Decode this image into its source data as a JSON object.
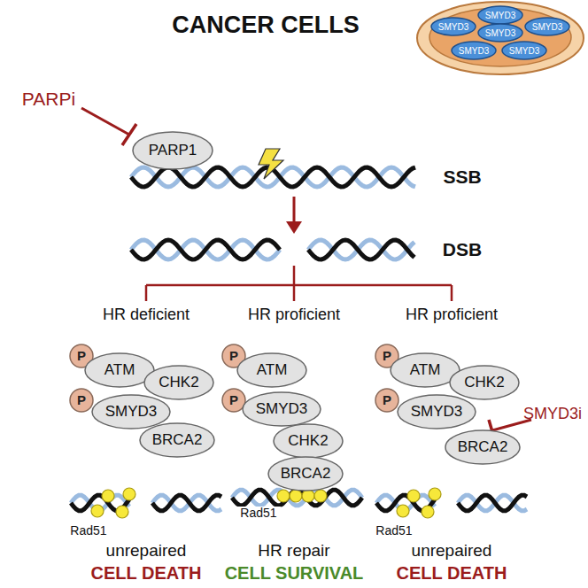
{
  "diagram": {
    "title": "CANCER CELLS",
    "nodes": [
      {
        "text": [
          "SMYD3"
        ]
      },
      {
        "text": [
          "SMYD3"
        ]
      },
      {
        "text": [
          "SMYD3"
        ]
      },
      {
        "text": [
          "SMYD3"
        ]
      },
      {
        "text": [
          "SMYD3"
        ]
      },
      {
        "text": [
          "SMYD3"
        ]
      },
      {
        "text": [
          "PARP1"
        ]
      },
      {
        "text": [
          "P"
        ]
      },
      {
        "text": [
          "ATM"
        ]
      },
      {
        "text": [
          "CHK2"
        ]
      },
      {
        "text": [
          "P"
        ]
      },
      {
        "text": [
          "SMYD3"
        ]
      },
      {
        "text": [
          "BRCA2"
        ]
      },
      {
        "text": [
          "P"
        ]
      },
      {
        "text": [
          "ATM"
        ]
      },
      {
        "text": [
          "P"
        ]
      },
      {
        "text": [
          "SMYD3"
        ]
      },
      {
        "text": [
          "CHK2"
        ]
      },
      {
        "text": [
          "BRCA2"
        ]
      },
      {
        "text": [
          "P"
        ]
      },
      {
        "text": [
          "ATM"
        ]
      },
      {
        "text": [
          "CHK2"
        ]
      },
      {
        "text": [
          "P"
        ]
      },
      {
        "text": [
          "SMYD3"
        ]
      },
      {
        "text": [
          "BRCA2"
        ]
      }
    ],
    "labels": [
      "PARPi",
      "SSB",
      "DSB",
      "HR deficient",
      "HR proficient",
      "HR proficient",
      "Rad51",
      "Rad51",
      "Rad51",
      "SMYD3i",
      "unrepaired",
      "CELL DEATH",
      "HR repair",
      "CELL SURVIVAL",
      "unrepaired",
      "CELL DEATH"
    ]
  }
}
